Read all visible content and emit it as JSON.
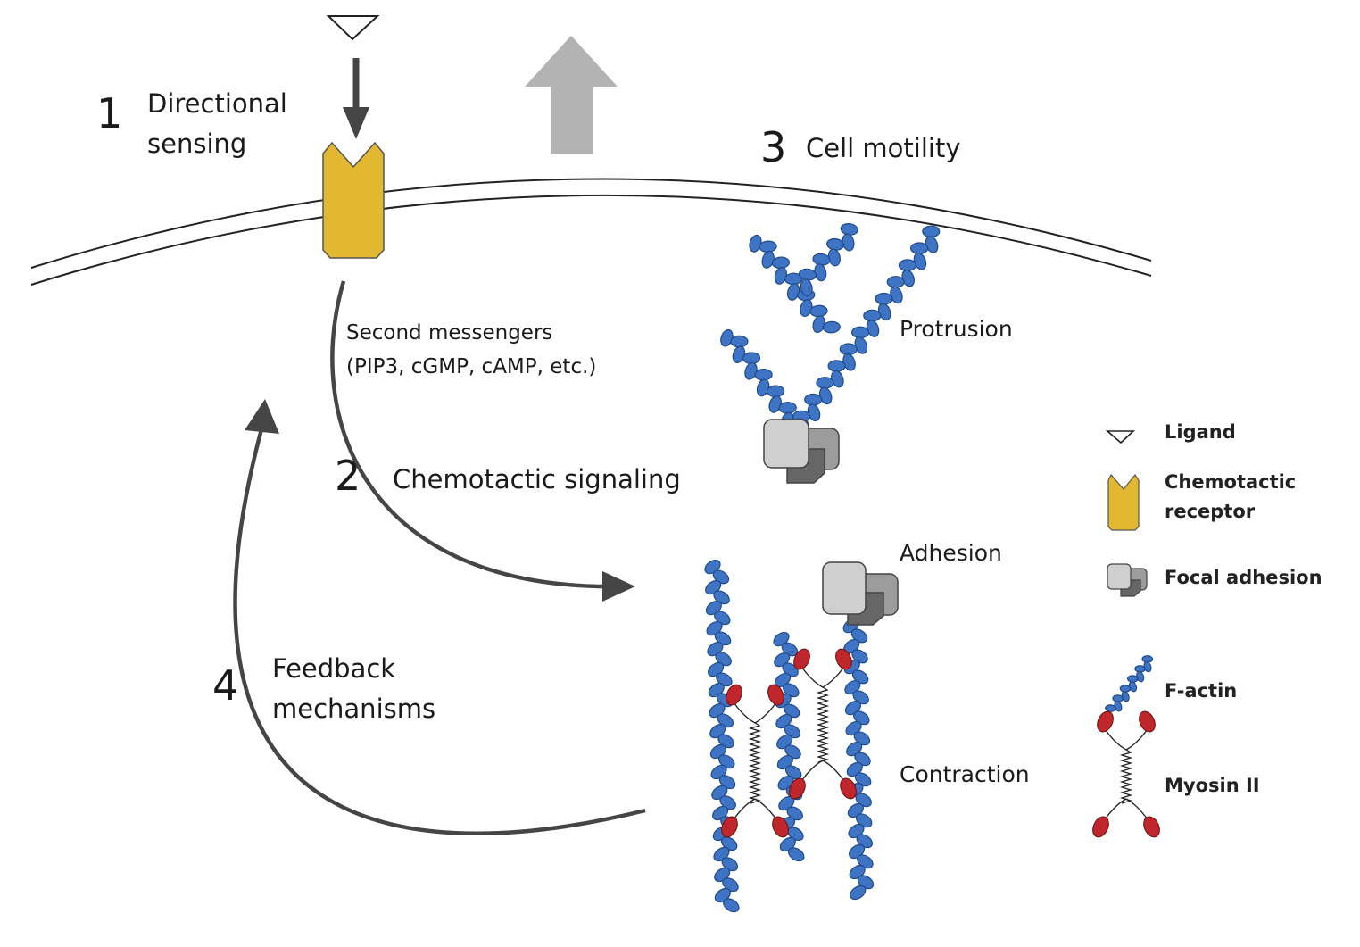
{
  "steps": {
    "s1": {
      "number": "1",
      "line1": "Directional",
      "line2": "sensing"
    },
    "s2": {
      "number": "2",
      "label": "Chemotactic signaling"
    },
    "s3": {
      "number": "3",
      "label": "Cell motility"
    },
    "s4": {
      "number": "4",
      "line1": "Feedback",
      "line2": "mechanisms"
    }
  },
  "second_messengers": {
    "line1": "Second messengers",
    "line2": "(PIP3, cGMP, cAMP, etc.)"
  },
  "structures": {
    "protrusion": "Protrusion",
    "adhesion": "Adhesion",
    "contraction": "Contraction"
  },
  "legend": {
    "ligand": "Ligand",
    "receptor_line1": "Chemotactic",
    "receptor_line2": "receptor",
    "focal_adhesion": "Focal adhesion",
    "factin": "F-actin",
    "myosin": "Myosin II"
  },
  "colors": {
    "receptor": "#e2b830",
    "actin": "#3f74c4",
    "actin_stroke": "#1f4a8a",
    "myosin_head": "#c0272d",
    "arrow_dark": "#454545",
    "arrow_gray": "#b3b3b3",
    "adhesion_light": "#cfcfcf",
    "adhesion_mid": "#9c9c9c",
    "adhesion_dark": "#666666"
  }
}
